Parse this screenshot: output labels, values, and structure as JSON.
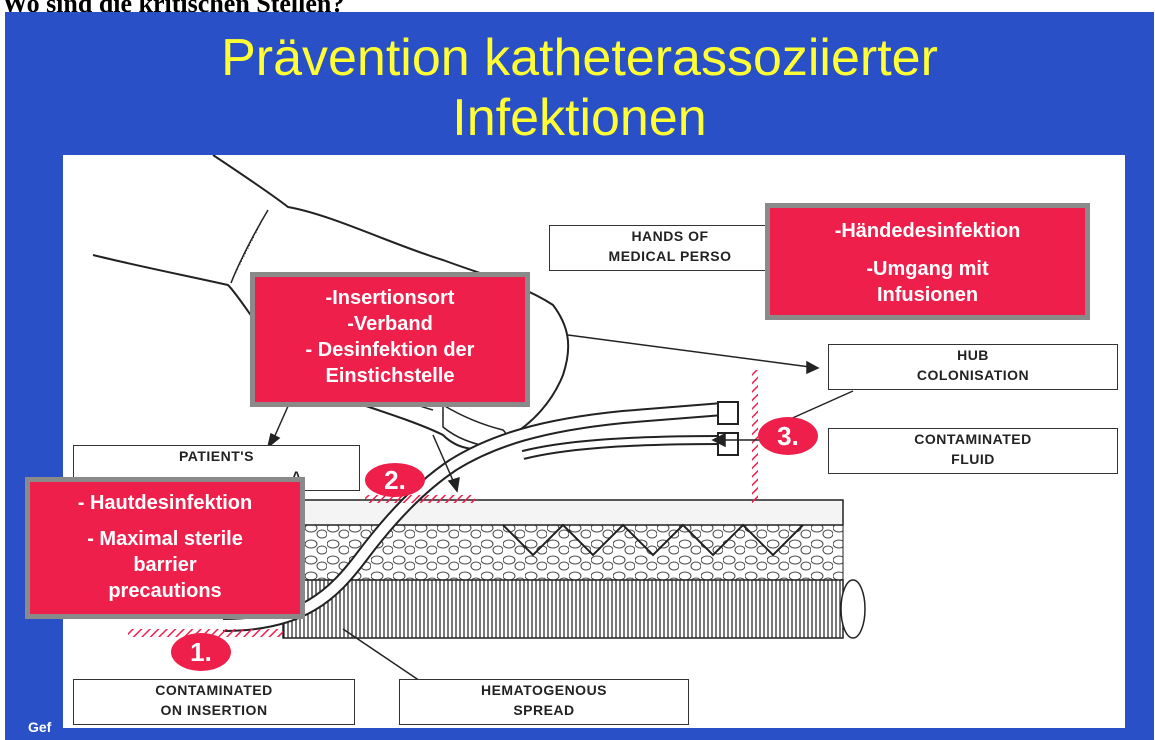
{
  "page_heading": "Wo sind die kritischen Stellen?",
  "slide": {
    "title_line1": "Prävention katheterassoziierter",
    "title_line2": "Infektionen",
    "footer_text": "Gef"
  },
  "diagram": {
    "labels": {
      "hands_line1": "HANDS OF",
      "hands_line2": "MEDICAL PERSO",
      "hub_line1": "HUB",
      "hub_line2": "COLONISATION",
      "fluid_line1": "CONTAMINATED",
      "fluid_line2": "FLUID",
      "patient_line1": "PATIENT'S",
      "patient_line2": "A",
      "contam_line1": "CONTAMINATED",
      "contam_line2": "ON INSERTION",
      "hemato_line1": "HEMATOGENOUS",
      "hemato_line2": "SPREAD"
    },
    "red_boxes": {
      "top_right": [
        "-Händedesinfektion",
        "-Umgang mit",
        "Infusionen"
      ],
      "middle": [
        "-Insertionsort",
        "-Verband",
        "- Desinfektion der",
        "Einstichstelle"
      ],
      "left": [
        "- Hautdesinfektion",
        "- Maximal sterile",
        "barrier",
        "precautions"
      ]
    },
    "badges": {
      "one": "1.",
      "two": "2.",
      "three": "3."
    }
  },
  "colors": {
    "slide_background": "#2a50c8",
    "title": "#ffff33",
    "red_box": "#ef1f4b",
    "red_box_border": "#8a8a8a"
  }
}
